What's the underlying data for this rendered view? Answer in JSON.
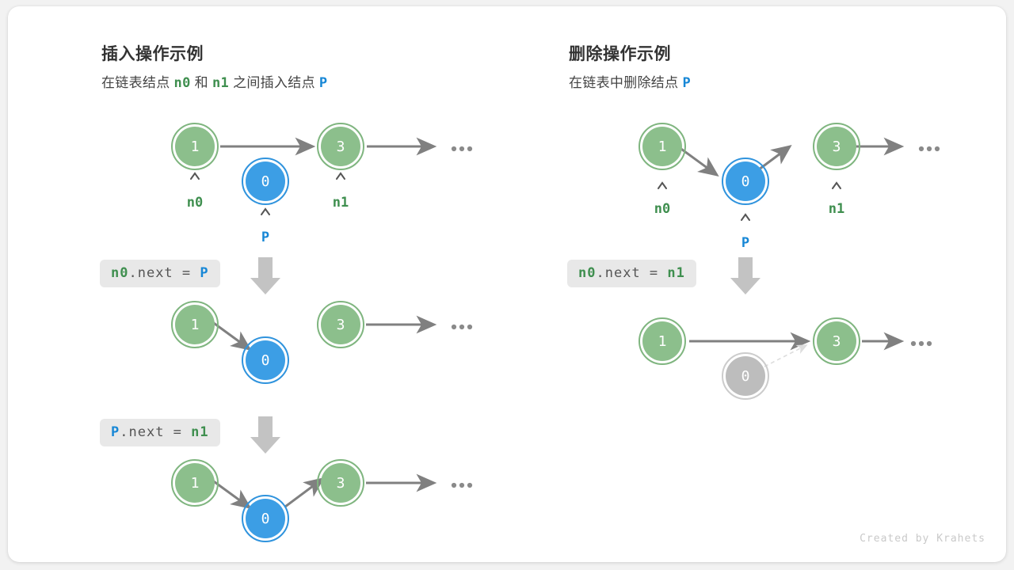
{
  "credit": "Created by Krahets",
  "colors": {
    "node_green_fill": "#8cbf8c",
    "node_green_ring": "#7fb57f",
    "node_blue_fill": "#3c9ee5",
    "node_blue_ring": "#2f93dd",
    "node_gray_fill": "#bdbdbd",
    "node_gray_ring": "#cccccc",
    "arrow_gray": "#808080",
    "arrow_dashed": "#dddddd",
    "code_bg": "#e8e8e8",
    "token_green": "#3f8f4f",
    "token_blue": "#1787d6",
    "big_arrow": "#c3c3c3",
    "card_bg": "#ffffff",
    "page_bg": "#f2f2f2"
  },
  "panels": [
    {
      "id": "insert",
      "title": "插入操作示例",
      "subtitle_parts": [
        {
          "text": "在链表结点 ",
          "style": "plain"
        },
        {
          "text": "n0",
          "style": "green"
        },
        {
          "text": " 和 ",
          "style": "plain"
        },
        {
          "text": "n1",
          "style": "green"
        },
        {
          "text": " 之间插入结点 ",
          "style": "plain"
        },
        {
          "text": "P",
          "style": "blue"
        }
      ],
      "steps": [
        {
          "code_parts": [
            {
              "text": "n0",
              "style": "green"
            },
            {
              "text": ".next = ",
              "style": "plain"
            },
            {
              "text": "P",
              "style": "blue"
            }
          ]
        },
        {
          "code_parts": [
            {
              "text": "P",
              "style": "blue"
            },
            {
              "text": ".next = ",
              "style": "plain"
            },
            {
              "text": "n1",
              "style": "green"
            }
          ]
        }
      ],
      "rows": [
        {
          "nodes": [
            {
              "value": "1",
              "color": "green",
              "pointer": "n0",
              "pointer_color": "green"
            },
            {
              "value": "0",
              "color": "blue",
              "pointer": "P",
              "pointer_color": "blue"
            },
            {
              "value": "3",
              "color": "green",
              "pointer": "n1",
              "pointer_color": "green"
            }
          ],
          "tail_ellipsis": "..."
        },
        {
          "nodes": [
            {
              "value": "1",
              "color": "green"
            },
            {
              "value": "0",
              "color": "blue"
            },
            {
              "value": "3",
              "color": "green"
            }
          ],
          "tail_ellipsis": "..."
        },
        {
          "nodes": [
            {
              "value": "1",
              "color": "green"
            },
            {
              "value": "0",
              "color": "blue"
            },
            {
              "value": "3",
              "color": "green"
            }
          ],
          "tail_ellipsis": "..."
        }
      ]
    },
    {
      "id": "delete",
      "title": "删除操作示例",
      "subtitle_parts": [
        {
          "text": "在链表中删除结点 ",
          "style": "plain"
        },
        {
          "text": "P",
          "style": "blue"
        }
      ],
      "steps": [
        {
          "code_parts": [
            {
              "text": "n0",
              "style": "green"
            },
            {
              "text": ".next = ",
              "style": "plain"
            },
            {
              "text": "n1",
              "style": "green"
            }
          ]
        }
      ],
      "rows": [
        {
          "nodes": [
            {
              "value": "1",
              "color": "green",
              "pointer": "n0",
              "pointer_color": "green"
            },
            {
              "value": "0",
              "color": "blue",
              "pointer": "P",
              "pointer_color": "blue"
            },
            {
              "value": "3",
              "color": "green",
              "pointer": "n1",
              "pointer_color": "green"
            }
          ],
          "tail_ellipsis": "..."
        },
        {
          "nodes": [
            {
              "value": "1",
              "color": "green"
            },
            {
              "value": "0",
              "color": "gray"
            },
            {
              "value": "3",
              "color": "green"
            }
          ],
          "tail_ellipsis": "..."
        }
      ]
    }
  ]
}
